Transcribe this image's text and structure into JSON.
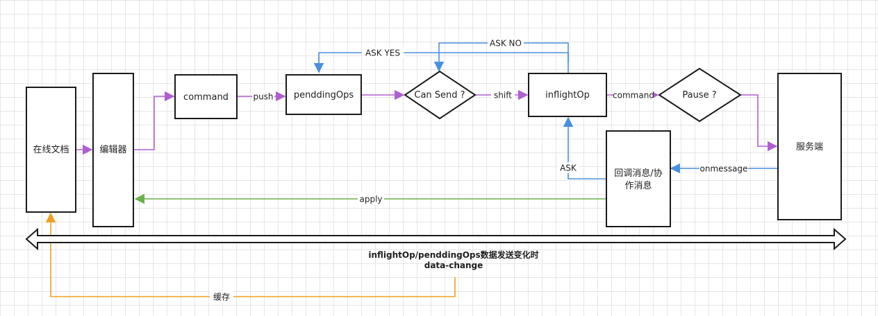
{
  "nodes": {
    "online_doc": "在线文档",
    "editor": "编辑器",
    "command": "command",
    "pending_ops": "penddingOps",
    "can_send": "Can Send ?",
    "inflight_op": "inflightOp",
    "pause": "Pause ?",
    "server": "服务端",
    "callback_line1": "回调消息/协",
    "callback_line2": "作消息"
  },
  "edges": {
    "push": "push",
    "shift": "shift",
    "command": "command",
    "ask_yes": "ASK YES",
    "ask_no": "ASK NO",
    "ask": "ASK",
    "onmessage": "onmessage",
    "apply": "apply",
    "cache": "缓存"
  },
  "bottom": {
    "note_line1": "inflightOp/penddingOps数据发送变化时",
    "note_line2": "data-change"
  },
  "colors": {
    "purple": "#b05fd0",
    "blue": "#4a8fe0",
    "green": "#6ab04c",
    "orange": "#f0a020",
    "black": "#1a1a1a"
  }
}
